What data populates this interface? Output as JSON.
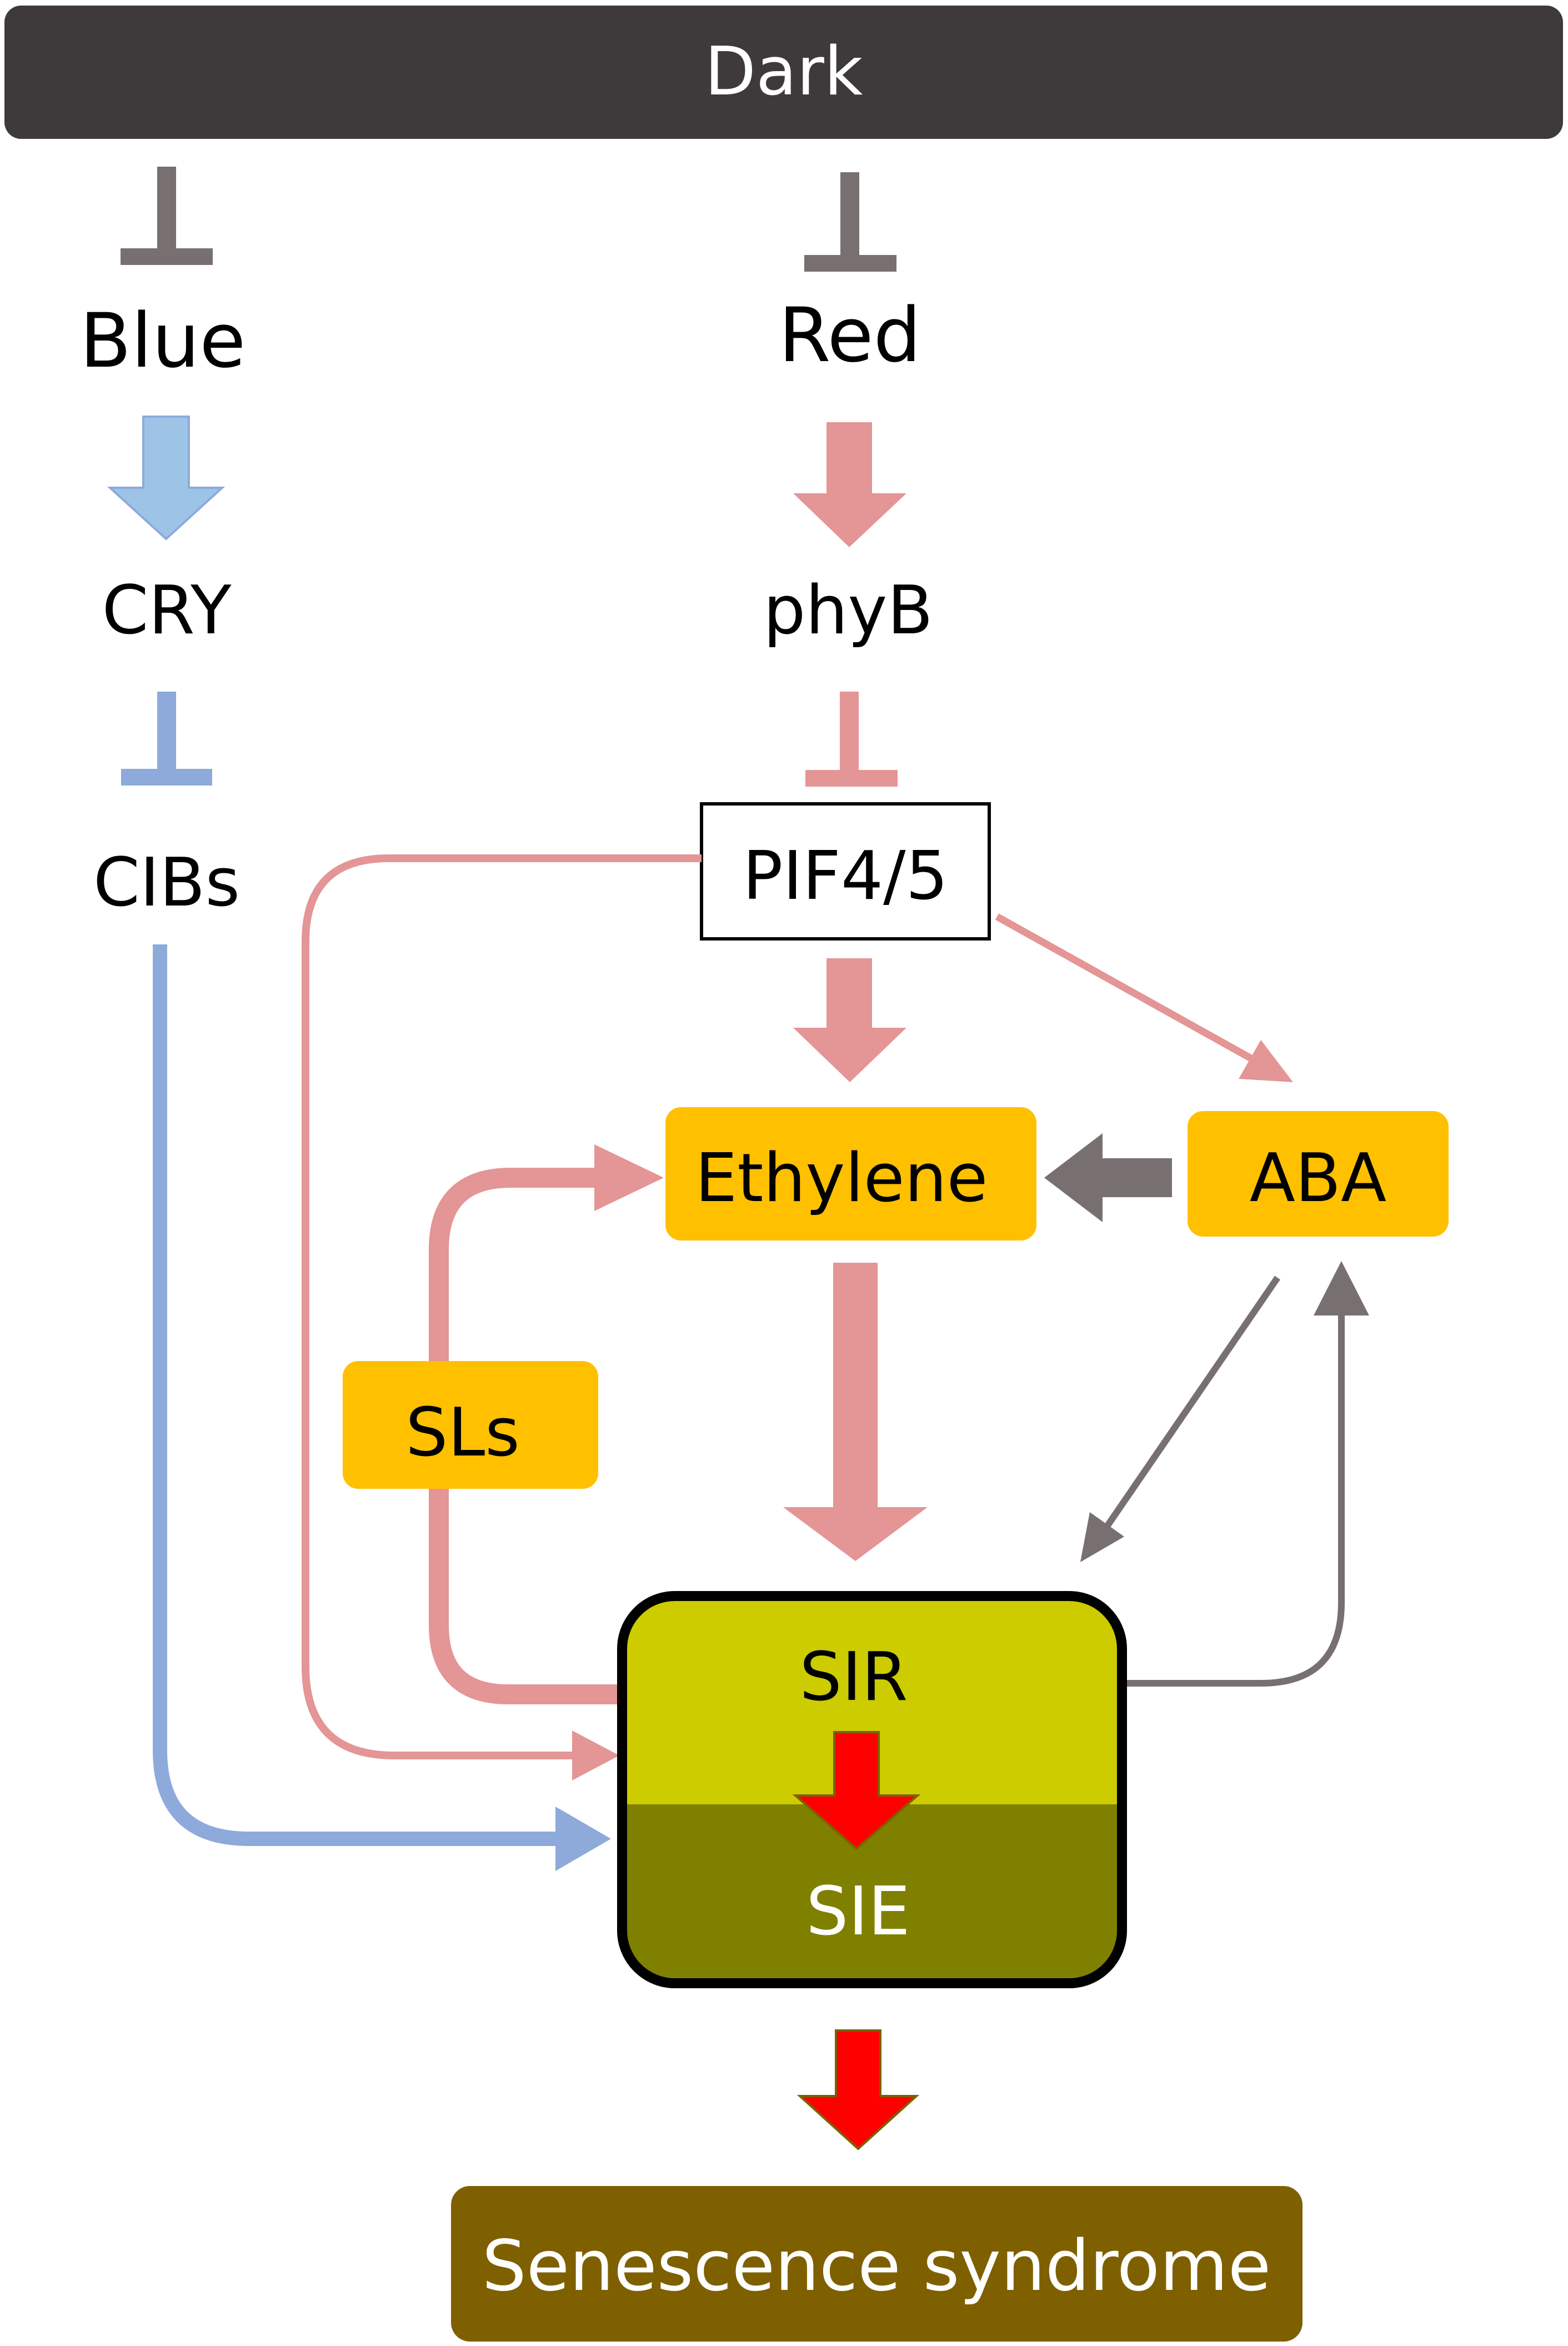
{
  "nodes": {
    "dark": "Dark",
    "blue": "Blue",
    "red": "Red",
    "cry": "CRY",
    "phyb": "phyB",
    "cibs": "CIBs",
    "pif": "PIF4/5",
    "ethylene": "Ethylene",
    "aba": "ABA",
    "sls": "SLs",
    "sir": "SIR",
    "sie": "SIE",
    "senescence": "Senescence syndrome"
  },
  "colors": {
    "dark_bar": "#3e3a3b",
    "gray": "#787070",
    "blue_arrow": "#9dc3e6",
    "blue_line": "#8eaadb",
    "pink": "#e49595",
    "hormone": "#ffc000",
    "sir": "#cccc00",
    "sie": "#808000",
    "red": "#ff0000",
    "senescence": "#7f6000"
  }
}
